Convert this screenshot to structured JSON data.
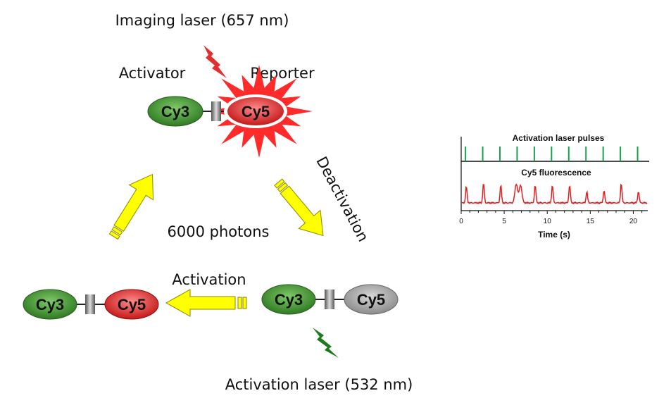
{
  "labels": {
    "imaging_laser": "Imaging laser (657 nm)",
    "activator": "Activator",
    "reporter": "Reporter",
    "deactivation": "Deactivation",
    "photons": "6000 photons",
    "activation": "Activation",
    "activation_laser": "Activation laser (532 nm)"
  },
  "molecules": {
    "cy3": "Cy3",
    "cy5": "Cy5"
  },
  "colors": {
    "imaging_laser": "#e03030",
    "activation_laser": "#1f7a1f",
    "cy3": "#3a8a2e",
    "cy5_active": "#d42020",
    "cy5_dark": "#8a8a8a",
    "arrow": "#ffff00",
    "pulse": "#1aa050",
    "trace": "#e02020"
  },
  "icons": {
    "imaging_laser_icon": "lightning-bolt-red",
    "activation_laser_icon": "lightning-bolt-green",
    "burst_icon": "starburst-red"
  },
  "chart_data": {
    "type": "line",
    "x_ticks": [
      "0",
      "5",
      "10",
      "15",
      "20"
    ],
    "xlabel": "Time (s)",
    "xlim": [
      0,
      22
    ],
    "series": [
      {
        "name": "Activation laser pulses",
        "x": [
          0.5,
          2.5,
          4.5,
          6.5,
          8.5,
          10.5,
          12.5,
          14.5,
          16.5,
          18.5,
          20.5
        ]
      },
      {
        "name": "Cy5 fluorescence",
        "x": [
          0.6,
          2.6,
          4.6,
          6.4,
          6.9,
          8.6,
          10.6,
          12.6,
          14.6,
          16.6,
          18.6,
          20.6
        ],
        "y": [
          0.8,
          0.95,
          0.85,
          0.9,
          0.85,
          0.85,
          0.85,
          0.85,
          0.55,
          0.6,
          0.95,
          0.55
        ]
      }
    ]
  }
}
